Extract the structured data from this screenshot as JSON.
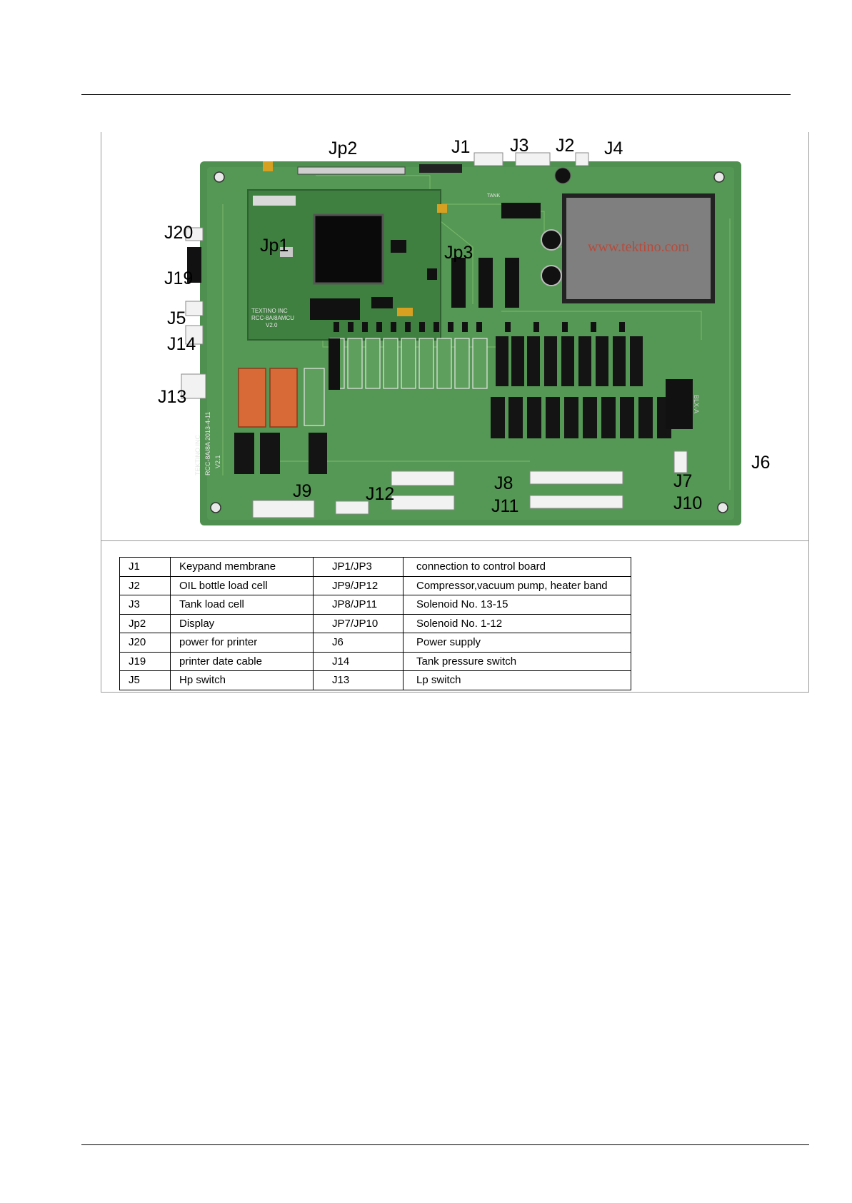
{
  "photo": {
    "watermark": "www.tektino.com",
    "board_silkscreen": {
      "module_text": [
        "TEXTINO INC",
        "RCC-8A/8AMCU",
        "V2.0"
      ],
      "board_text": [
        "TEKTINO INC",
        "RCC-8A/8A 2013-4-11",
        "V2.1"
      ],
      "tank_text": "TANK",
      "fuse_text": "BLX-A"
    },
    "connector_labels": {
      "jp2": "Jp2",
      "j1": "J1",
      "j3": "J3",
      "j2": "J2",
      "j4": "J4",
      "j20": "J20",
      "jp1": "Jp1",
      "jp3": "Jp3",
      "j19": "J19",
      "j5": "J5",
      "j14": "J14",
      "j13": "J13",
      "j6": "J6",
      "j7": "J7",
      "j10": "J10",
      "j8": "J8",
      "j11": "J11",
      "j9": "J9",
      "j12": "J12"
    }
  },
  "legend": {
    "rows": [
      [
        "J1",
        "Keypand membrane",
        "JP1/JP3",
        "connection to control board"
      ],
      [
        "J2",
        "OIL bottle load cell",
        "JP9/JP12",
        "Compressor,vacuum pump, heater band"
      ],
      [
        "J3",
        "Tank load cell",
        "JP8/JP11",
        "Solenoid No. 13-15"
      ],
      [
        "Jp2",
        "Display",
        "JP7/JP10",
        "Solenoid No. 1-12"
      ],
      [
        "J20",
        "power for printer",
        "J6",
        "Power supply"
      ],
      [
        "J19",
        "printer date cable",
        "J14",
        "Tank pressure switch"
      ],
      [
        "J5",
        "Hp  switch",
        "J13",
        "Lp switch"
      ]
    ]
  }
}
